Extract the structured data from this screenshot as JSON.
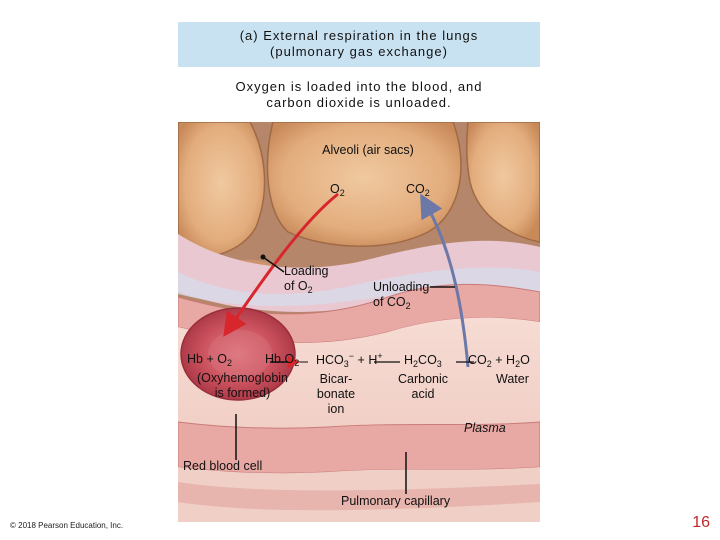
{
  "header": {
    "line1": "(a) External respiration in the lungs",
    "line2": "(pulmonary gas exchange)"
  },
  "subheader": {
    "line1": "Oxygen is loaded into the blood, and",
    "line2": "carbon dioxide is unloaded."
  },
  "labels": {
    "alveoli": "Alveoli (air sacs)",
    "o2": "O",
    "o2_sub": "2",
    "co2": "CO",
    "co2_sub": "2",
    "loading_line1": "Loading",
    "loading_line2": "of O",
    "loading_sub": "2",
    "unloading_line1": "Unloading",
    "unloading_line2": "of CO",
    "unloading_sub": "2",
    "hb_eq_hb": "Hb + O",
    "hb_eq_sub": "2",
    "hb_eq_product": "Hb.O",
    "hb_eq_product_sub": "2",
    "oxyhemoglobin_line1": "(Oxyhemoglobin",
    "oxyhemoglobin_line2": "is formed)",
    "hco3": "HCO",
    "hco3_sub": "3",
    "hco3_sup": "−",
    "plus_h": "+ H",
    "h_sup": "+",
    "bicarbonate_line1": "Bicar-",
    "bicarbonate_line2": "bonate",
    "bicarbonate_line3": "ion",
    "h2co3_a": "H",
    "h2co3_sub1": "2",
    "h2co3_b": "CO",
    "h2co3_sub2": "3",
    "carbonic_line1": "Carbonic",
    "carbonic_line2": "acid",
    "co2_water_a": "CO",
    "co2_water_sub1": "2",
    "co2_water_b": "+ H",
    "co2_water_sub2": "2",
    "co2_water_c": "O",
    "water": "Water",
    "plasma": "Plasma",
    "red_blood_cell": "Red blood cell",
    "pulmonary_capillary": "Pulmonary capillary"
  },
  "footer": {
    "copyright": "© 2018 Pearson Education, Inc.",
    "page_number": "16"
  }
}
